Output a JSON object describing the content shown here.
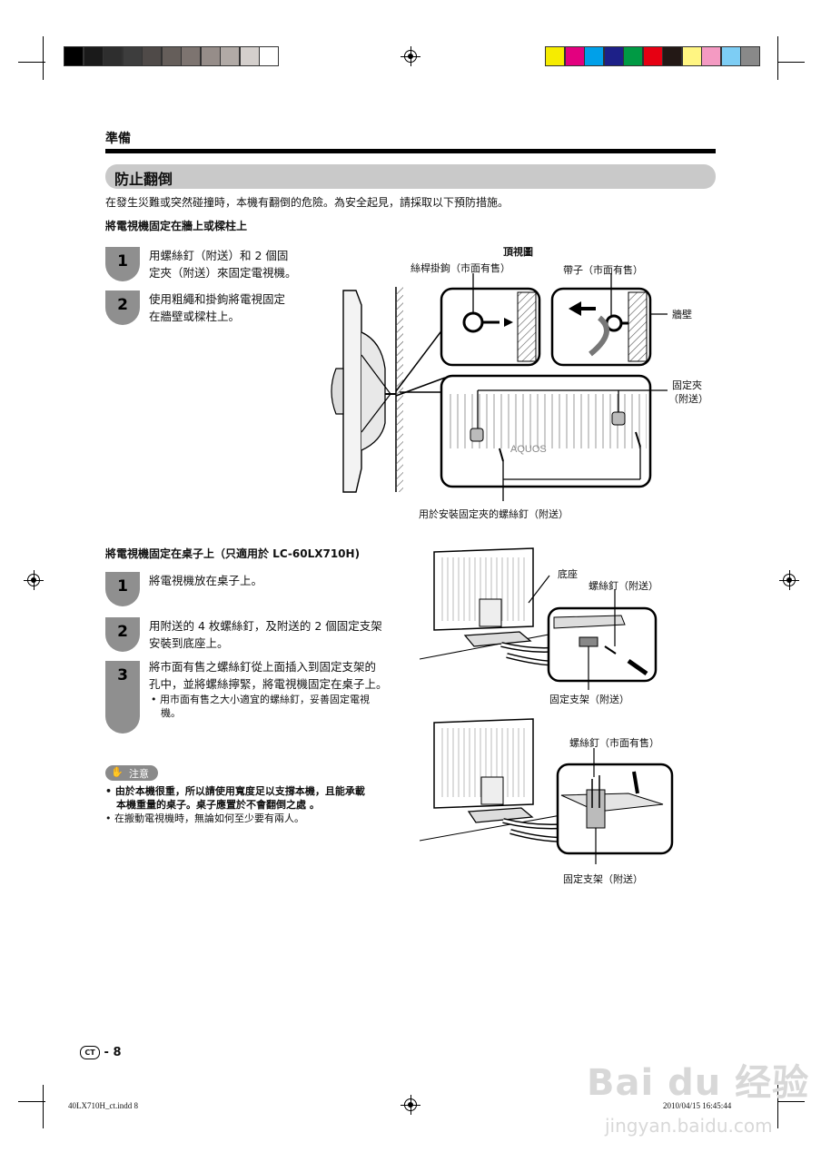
{
  "section_title": "準備",
  "main_title": "防止翻倒",
  "intro": "在發生災難或突然碰撞時，本機有翻倒的危險。為安全起見，請採取以下預防措施。",
  "wall": {
    "heading": "將電視機固定在牆上或樑柱上",
    "steps": [
      {
        "num": "1",
        "line1": "用螺絲釘（附送）和 2 個固",
        "line2": "定夾（附送）來固定電視機。"
      },
      {
        "num": "2",
        "line1": "使用粗繩和掛鉤將電視固定",
        "line2": "在牆壁或樑柱上。"
      }
    ],
    "figure": {
      "top_view": "頂視圖",
      "eyebolt": "絲桿掛鉤（市面有售）",
      "strap": "帶子（市面有售）",
      "wall": "牆壁",
      "clamp_line1": "固定夾",
      "clamp_line2": "（附送）",
      "screw": "用於安裝固定夾的螺絲釘（附送）",
      "brand": "AQUOS"
    }
  },
  "table": {
    "heading": "將電視機固定在桌子上（只適用於 LC-60LX710H)",
    "steps": [
      {
        "num": "1",
        "line1": "將電視機放在桌子上。",
        "line2": ""
      },
      {
        "num": "2",
        "line1": "用附送的 4 枚螺絲釘，及附送的 2 個固定支架",
        "line2": "安裝到底座上。"
      },
      {
        "num": "3",
        "line1": "將市面有售之螺絲釘從上面插入到固定支架的",
        "line2": "孔中，並將螺絲擰緊，將電視機固定在桌子上。"
      }
    ],
    "sub_bullet_line1": "用市面有售之大小適宜的螺絲釘，妥善固定電視",
    "sub_bullet_line2": "機。",
    "figure": {
      "stand": "底座",
      "screw_supplied": "螺絲釘（附送）",
      "bracket1": "固定支架（附送）",
      "screw_commercial": "螺絲釘（市面有售）",
      "bracket2": "固定支架（附送）"
    }
  },
  "caution": {
    "label": "注意",
    "bullet1_line1": "由於本機很重，所以請使用寬度足以支撐本機，且能承載",
    "bullet1_line2": "本機重量的桌子。桌子應置於不會翻倒之處 。",
    "bullet2": "在搬動電視機時，無論如何至少要有兩人。"
  },
  "page": {
    "lang": "CT",
    "number": "8"
  },
  "footer": {
    "file": "40LX710H_ct.indd   8",
    "timestamp": "2010/04/15   16:45:44",
    "watermark_main": "Bai du 经验",
    "watermark_url": "jingyan.baidu.com"
  },
  "colors": {
    "gray_swatches": [
      "#000000",
      "#1a1a1a",
      "#2e2e2e",
      "#3d3d3d",
      "#4f4a48",
      "#655e5a",
      "#7d7470",
      "#968d89",
      "#b1aaa6",
      "#d4cfcc",
      "#ffffff"
    ],
    "color_swatches": [
      "#f6ec00",
      "#e3007f",
      "#00a0e9",
      "#1d2088",
      "#009a44",
      "#e60012",
      "#231815",
      "#fff582",
      "#f49ac2",
      "#7dcdf4",
      "#898989"
    ]
  }
}
